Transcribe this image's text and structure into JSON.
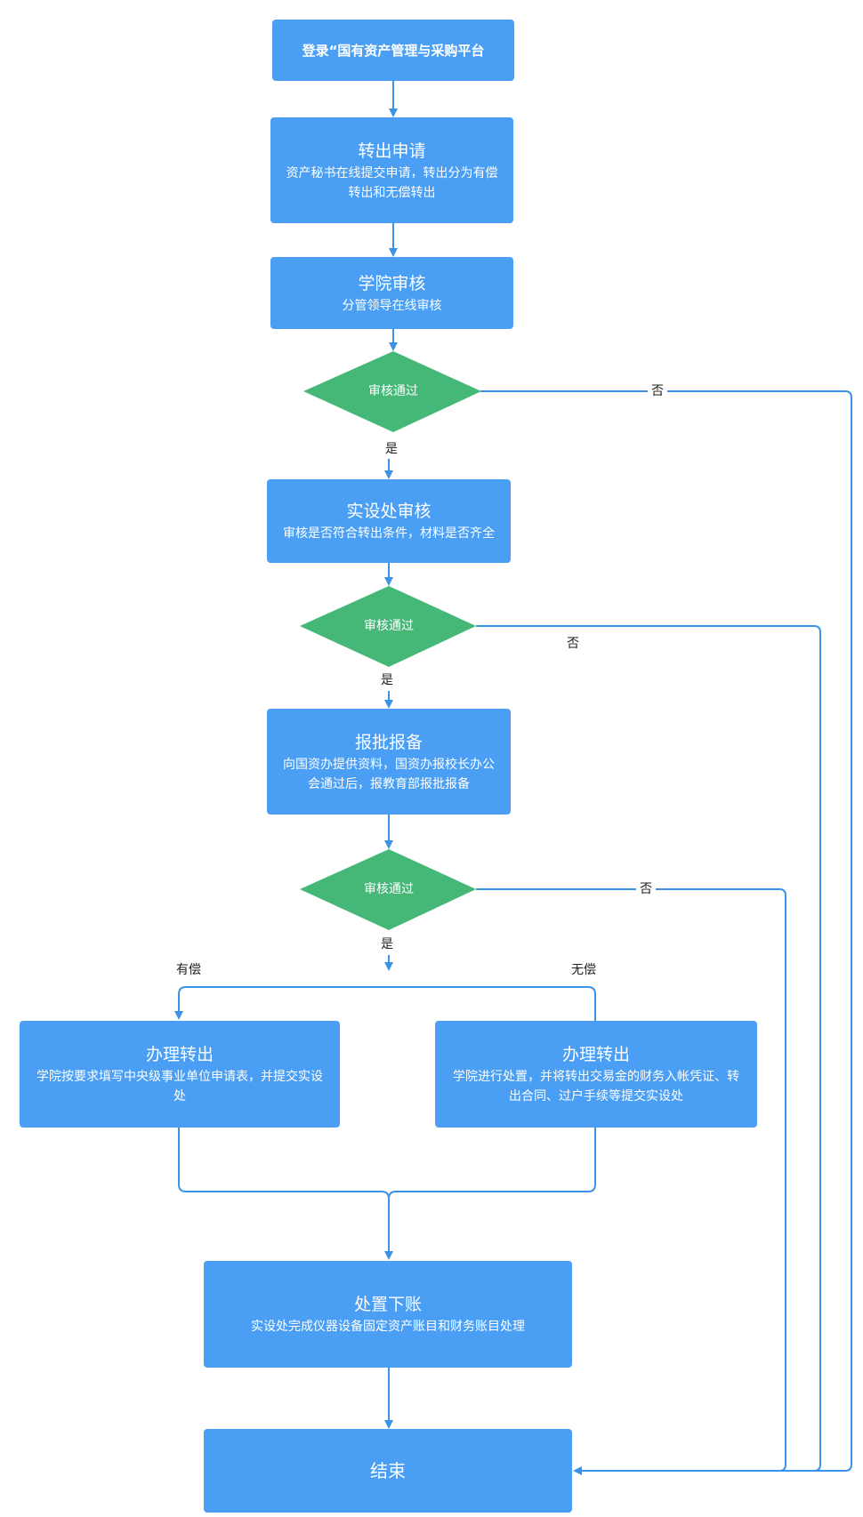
{
  "colors": {
    "box": "#4a9ff5",
    "diamond": "#45b878",
    "line": "#3a93e6",
    "text": "#222222"
  },
  "nodes": {
    "start": {
      "title": "登录“国有资产管理与采购平台"
    },
    "apply": {
      "title": "转出申请",
      "desc": "资产秘书在线提交申请，转出分为有偿转出和无偿转出"
    },
    "college_review": {
      "title": "学院审核",
      "desc": "分管领导在线审核"
    },
    "decision1": {
      "label": "审核通过"
    },
    "lab_review": {
      "title": "实设处审核",
      "desc": "审核是否符合转出条件，材料是否齐全"
    },
    "decision2": {
      "label": "审核通过"
    },
    "report": {
      "title": "报批报备",
      "desc": "向国资办提供资料，国资办报校长办公会通过后，报教育部报批报备"
    },
    "decision3": {
      "label": "审核通过"
    },
    "paid_transfer": {
      "title": "办理转出",
      "desc": "学院按要求填写中央级事业单位申请表，并提交实设处"
    },
    "free_transfer": {
      "title": "办理转出",
      "desc": "学院进行处置，并将转出交易金的财务入帐凭证、转出合同、过户手续等提交实设处"
    },
    "write_off": {
      "title": "处置下账",
      "desc": "实设处完成仪器设备固定资产账目和财务账目处理"
    },
    "end": {
      "title": "结束"
    }
  },
  "edge_labels": {
    "yes1": "是",
    "no1": "否",
    "yes2": "是",
    "no2": "否",
    "yes3": "是",
    "no3": "否",
    "paid": "有偿",
    "free": "无偿"
  }
}
